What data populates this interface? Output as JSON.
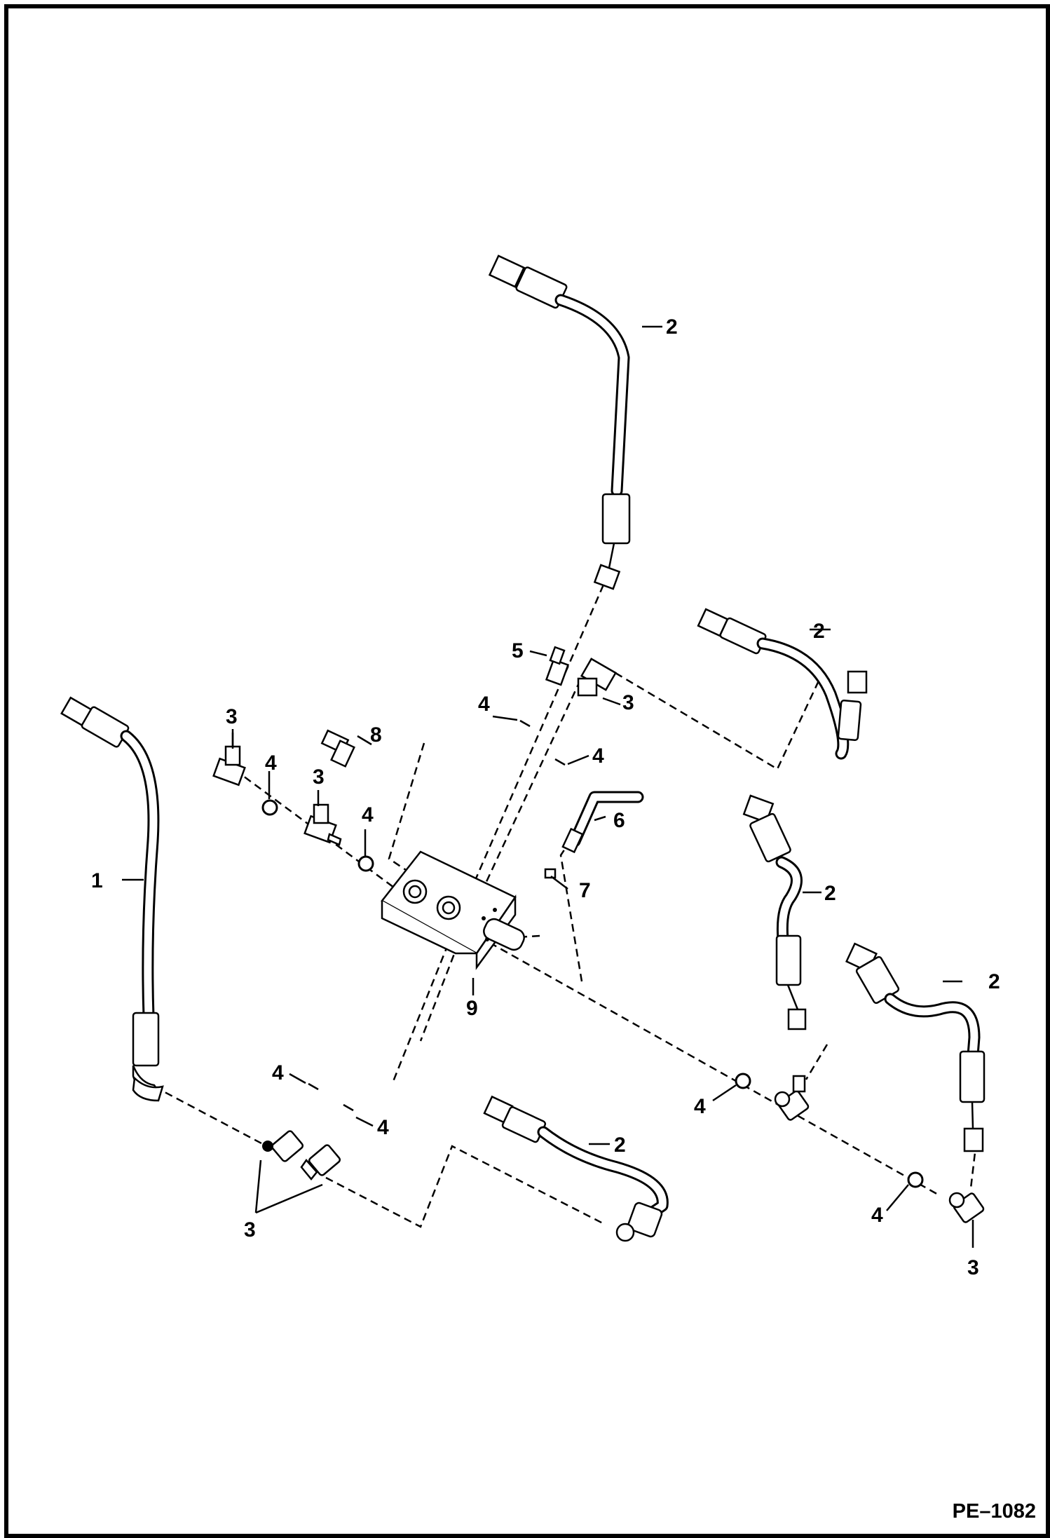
{
  "diagram": {
    "callouts": {
      "hose_1": "1",
      "hose_2_top": "2",
      "hose_2_upper_right": "2",
      "hose_2_mid_right": "2",
      "hose_2_far_right": "2",
      "hose_2_bottom": "2",
      "fitting_3_upper_left": "3",
      "fitting_3_left_mid": "3",
      "fitting_3_upper_center": "3",
      "fitting_3_lower_left": "3",
      "fitting_3_lower_right": "3",
      "oring_4_left": "4",
      "oring_4_center_left": "4",
      "oring_4_upper_a": "4",
      "oring_4_upper_b": "4",
      "oring_4_lower_a": "4",
      "oring_4_lower_b": "4",
      "oring_4_right_a": "4",
      "oring_4_right_b": "4",
      "fitting_5": "5",
      "rod_6": "6",
      "plug_7": "7",
      "bolt_8": "8",
      "valve_block_9": "9"
    },
    "figure_code": "PE–1082"
  }
}
